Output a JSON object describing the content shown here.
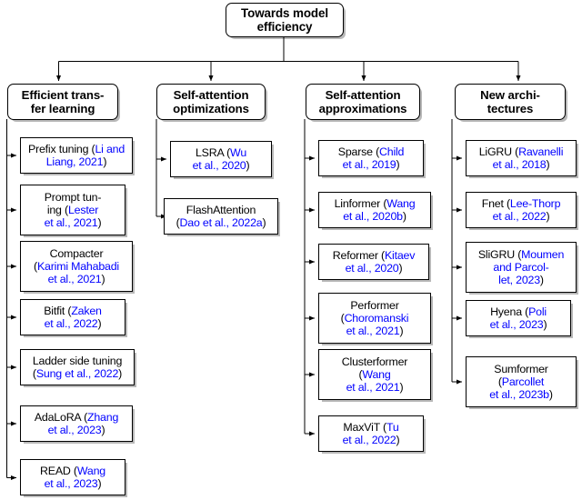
{
  "diagram": {
    "title": "Towards model efficiency",
    "type": "taxonomy-tree",
    "accent_citation_color": "#0000FF",
    "text_color": "#000000",
    "background_color": "#FFFFFF"
  },
  "root": {
    "label": "Towards model efficiency"
  },
  "categories": [
    {
      "id": "efficient-transfer-learning",
      "label": "Efficient trans-\nfer learning",
      "items": [
        {
          "name": "Prefix tuning ",
          "open": "(",
          "cite": "Li and Liang, 2021",
          "close": ")"
        },
        {
          "name": "Prompt tun-\ning ",
          "open": "(",
          "cite": "Lester\net al., 2021",
          "close": ")"
        },
        {
          "name": "Compacter\n",
          "open": "(",
          "cite": "Karimi Mahabadi\net al., 2021",
          "close": ")"
        },
        {
          "name": "Bitfit ",
          "open": "(",
          "cite": "Zaken\net al., 2022",
          "close": ")"
        },
        {
          "name": "Ladder side tuning\n",
          "open": "(",
          "cite": "Sung et al., 2022",
          "close": ")"
        },
        {
          "name": "AdaLoRA ",
          "open": "(",
          "cite": "Zhang\net al., 2023",
          "close": ")"
        },
        {
          "name": "READ ",
          "open": "(",
          "cite": "Wang\net al., 2023",
          "close": ")"
        }
      ]
    },
    {
      "id": "self-attention-optimizations",
      "label": "Self-attention\noptimizations",
      "items": [
        {
          "name": "LSRA ",
          "open": "(",
          "cite": "Wu\net al., 2020",
          "close": ")"
        },
        {
          "name": "FlashAttention\n",
          "open": "(",
          "cite": "Dao et al., 2022a",
          "close": ")"
        }
      ]
    },
    {
      "id": "self-attention-approximations",
      "label": "Self-attention\napproximations",
      "items": [
        {
          "name": "Sparse ",
          "open": "(",
          "cite": "Child\net al., 2019",
          "close": ")"
        },
        {
          "name": "Linformer ",
          "open": "(",
          "cite": "Wang\net al., 2020b",
          "close": ")"
        },
        {
          "name": "Reformer ",
          "open": "(",
          "cite": "Kitaev\net al., 2020",
          "close": ")"
        },
        {
          "name": "Performer\n",
          "open": "(",
          "cite": "Choromanski\net al., 2021",
          "close": ")"
        },
        {
          "name": "Clusterformer\n",
          "open": "(",
          "cite": "Wang\net al., 2021",
          "close": ")"
        },
        {
          "name": "MaxViT ",
          "open": "(",
          "cite": "Tu\net al., 2022",
          "close": ")"
        }
      ]
    },
    {
      "id": "new-architectures",
      "label": "New archi-\ntectures",
      "items": [
        {
          "name": "LiGRU ",
          "open": "(",
          "cite": "Ravanelli\net al., 2018",
          "close": ")"
        },
        {
          "name": "Fnet ",
          "open": "(",
          "cite": "Lee-Thorp\net al., 2022",
          "close": ")"
        },
        {
          "name": "SliGRU ",
          "open": "(",
          "cite": "Moumen\nand Parcol-\nlet, 2023",
          "close": ")"
        },
        {
          "name": "Hyena ",
          "open": "(",
          "cite": "Poli\net al., 2023",
          "close": ")"
        },
        {
          "name": "Sumformer\n",
          "open": "(",
          "cite": "Parcollet\net al., 2023b",
          "close": ")"
        }
      ]
    }
  ]
}
